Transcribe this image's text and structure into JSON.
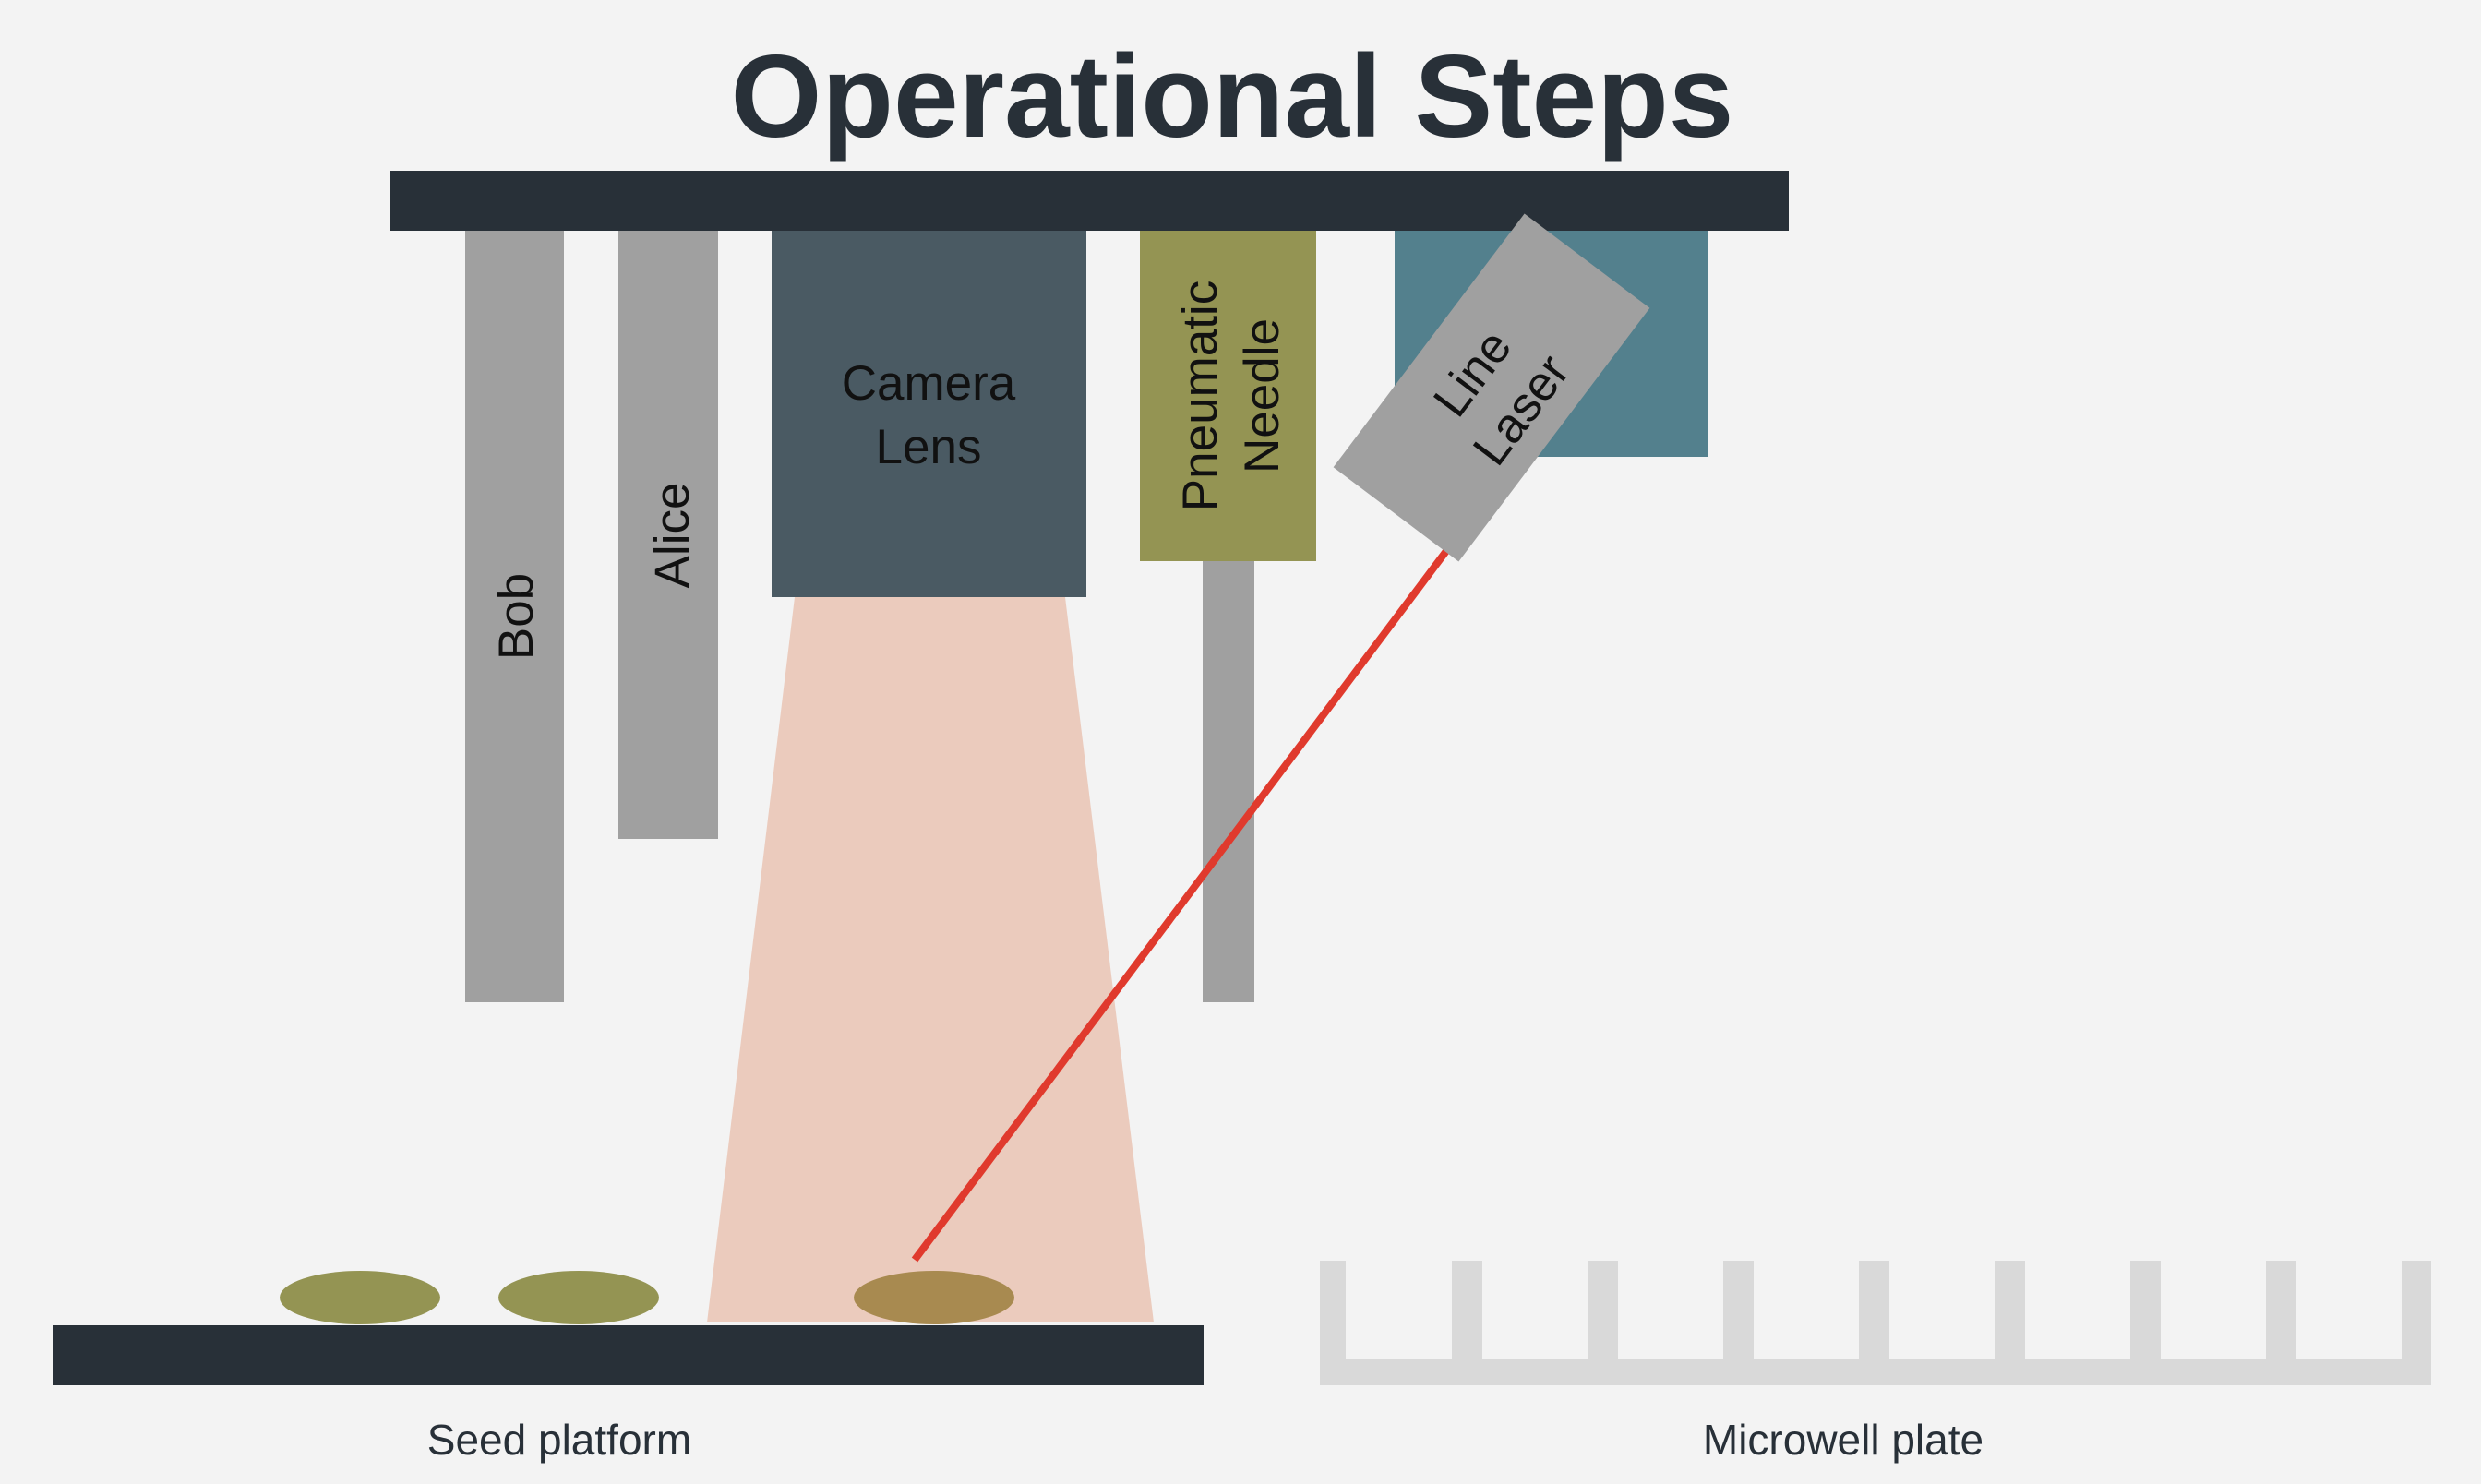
{
  "title": "Operational Steps",
  "components": {
    "bob": "Bob",
    "alice": "Alice",
    "camera": [
      "Camera",
      "Lens"
    ],
    "needle": [
      "Pneumatic",
      "Needle"
    ],
    "laser": [
      "Line",
      "Laser"
    ]
  },
  "labels": {
    "seed_platform": "Seed platform",
    "microwell_plate": "Microwell plate"
  },
  "colors": {
    "background": "#f3f3f3",
    "beam": "#283038",
    "rod": "#a0a0a0",
    "camera": "#4a5a63",
    "needle": "#949453",
    "laser_mount": "#53808d",
    "field_of_view": "#ebcbbd",
    "laser_line": "#e03a2d",
    "seed": "#949453",
    "seed_highlight": "#a88a50",
    "microwell": "#d9d9d9"
  }
}
